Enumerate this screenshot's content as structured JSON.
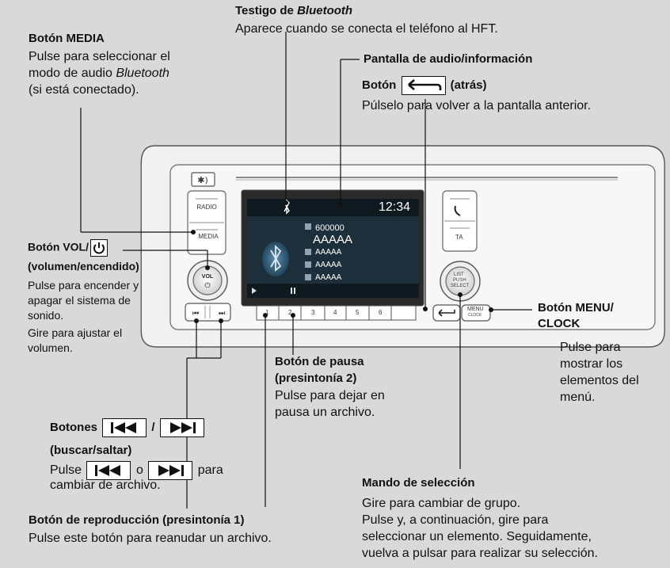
{
  "labels": {
    "media_title": "Botón MEDIA",
    "media_desc_1": "Pulse para seleccionar el",
    "media_desc_2": "modo de audio ",
    "media_desc_2_italic": "Bluetooth",
    "media_desc_3": "(si está conectado).",
    "bt_title": "Testigo de ",
    "bt_title_italic": "Bluetooth",
    "bt_desc": "Aparece cuando se conecta el teléfono al HFT.",
    "screen_title": "Pantalla de audio/información",
    "back_title_a": "Botón",
    "back_title_b": "(atrás)",
    "back_desc": "Púlselo para volver a la pantalla anterior.",
    "vol_title_a": "Botón VOL/",
    "vol_title_b": "(volumen/encendido)",
    "vol_desc_1": "Pulse para encender y",
    "vol_desc_2": "apagar el sistema de",
    "vol_desc_3": "sonido.",
    "vol_desc_4": "Gire para ajustar el",
    "vol_desc_5": "volumen.",
    "menu_title_1": "Botón MENU/",
    "menu_title_2": "CLOCK",
    "menu_desc_1": "Pulse para",
    "menu_desc_2": "mostrar los",
    "menu_desc_3": "elementos del",
    "menu_desc_4": "menú.",
    "pause_title_1": "Botón de pausa",
    "pause_title_2": "(presintonía 2)",
    "pause_desc_1": "Pulse para dejar en",
    "pause_desc_2": "pausa un archivo.",
    "skip_title_a": "Botones",
    "skip_title_sep": "/",
    "skip_title_b": "(buscar/saltar)",
    "skip_desc_a": "Pulse",
    "skip_desc_or": "o",
    "skip_desc_b": "para",
    "skip_desc_2": "cambiar de archivo.",
    "select_title": "Mando de selección",
    "select_desc_1": "Gire para cambiar de grupo.",
    "select_desc_2": "Pulse y, a continuación, gire para",
    "select_desc_3": "seleccionar un elemento. Seguidamente,",
    "select_desc_4": "vuelva a pulsar para realizar su selección.",
    "play_title": "Botón de reproducción (presintonía 1)",
    "play_desc": "Pulse este botón para reanudar un archivo."
  },
  "device": {
    "clock": "12:34",
    "station_number": "600000",
    "track_title": "AAAAA",
    "info_rows": [
      "AAAAA",
      "AAAAA",
      "AAAAA"
    ],
    "radio_label": "RADIO",
    "media_label": "MEDIA",
    "vol_label": "VOL",
    "ta_label": "TA",
    "knob_label_1": "LIST",
    "knob_label_2": "PUSH",
    "knob_label_3": "SELECT",
    "menu_label": "MENU",
    "clock_label": "CLOCK",
    "presets": [
      "1",
      "2",
      "3",
      "4",
      "5",
      "6"
    ]
  },
  "colors": {
    "background": "#d9d9d9",
    "screen_bg": "#1a2a33",
    "text": "#111111"
  }
}
